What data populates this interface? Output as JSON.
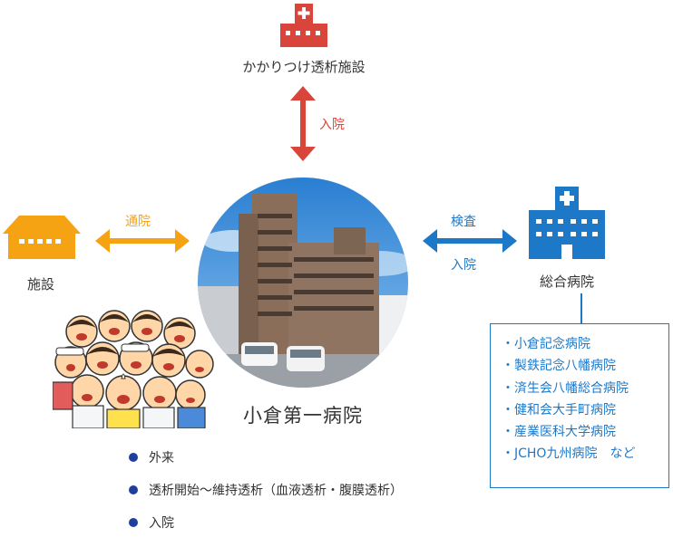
{
  "nodes": {
    "dialysis_facility": {
      "label": "かかりつけ透析施設"
    },
    "facility": {
      "label": "施設"
    },
    "general_hospital": {
      "label": "総合病院"
    },
    "main_hospital": {
      "label": "小倉第一病院"
    }
  },
  "arrows": {
    "top": {
      "label": "入院"
    },
    "left": {
      "label": "通院"
    },
    "right": {
      "label_top": "検査",
      "label_bottom": "入院"
    }
  },
  "hospital_list": [
    "・小倉記念病院",
    "・製鉄記念八幡病院",
    "・済生会八幡総合病院",
    "・健和会大手町病院",
    "・産業医科大学病院",
    "・JCHO九州病院　など"
  ],
  "services": [
    "外来",
    "透析開始～維持透析（血液透析・腹膜透析）",
    "入院"
  ],
  "colors": {
    "red": "#d9453a",
    "orange": "#f5a312",
    "blue": "#1e78c8",
    "navy": "#1f3f9c"
  }
}
